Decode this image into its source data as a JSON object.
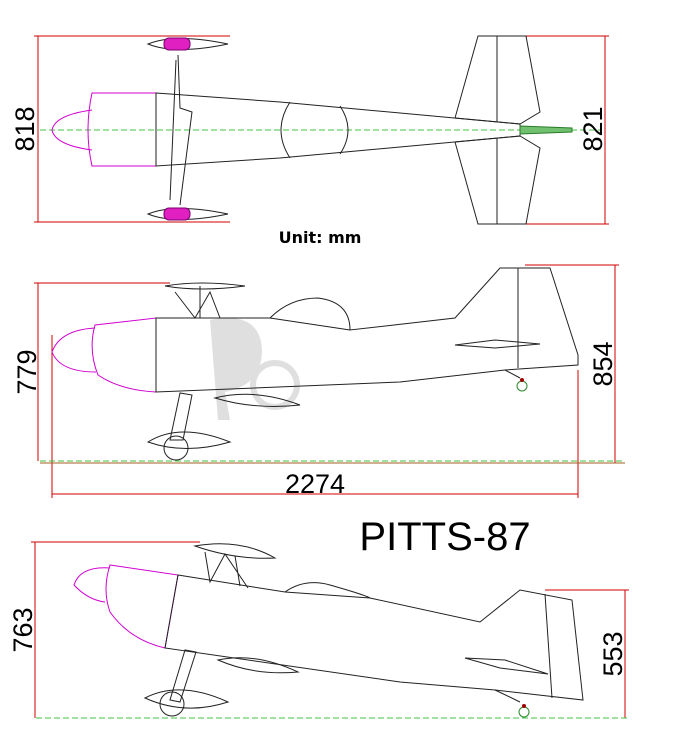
{
  "title": "PITTS-87",
  "unit_label": "Unit: mm",
  "top_view": {
    "length_left": "818",
    "length_right": "821"
  },
  "side_view": {
    "height_left": "779",
    "height_right": "854",
    "overall_length": "2274"
  },
  "angled_view": {
    "height_left": "763",
    "height_right": "553"
  },
  "colors": {
    "dimension_line": "#d00000",
    "ground_line": "#40c040",
    "cowl_outline": "#d000d0",
    "wheel_pant": "#e020c0"
  }
}
